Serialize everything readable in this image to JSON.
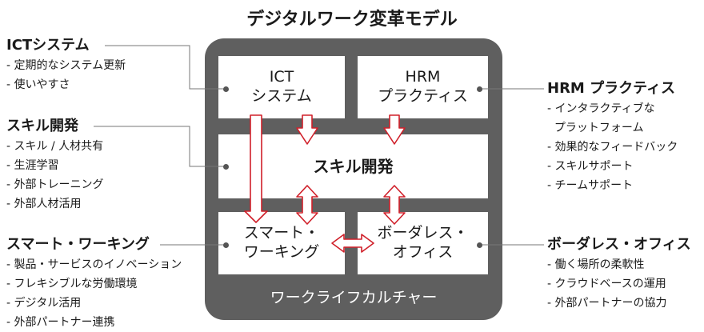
{
  "title": "デジタルワーク変革モデル",
  "boxes": {
    "ict": [
      "ICT",
      "システム"
    ],
    "hrm": [
      "HRM",
      "プラクティス"
    ],
    "skill": "スキル開発",
    "smart": [
      "スマート・",
      "ワーキング"
    ],
    "borderless": [
      "ボーダレス・",
      "オフィス"
    ]
  },
  "culture": "ワークライフカルチャー",
  "left": [
    {
      "head": "ICTシステム",
      "items": [
        "- 定期的なシステム更新",
        "- 使いやすさ"
      ]
    },
    {
      "head": "スキル開発",
      "items": [
        "- スキル / 人材共有",
        "- 生涯学習",
        "- 外部トレーニング",
        "- 外部人材活用"
      ]
    },
    {
      "head": "スマート・ワーキング",
      "items": [
        "- 製品・サービスのイノベーション",
        "- フレキシブルな労働環境",
        "- デジタル活用",
        "- 外部パートナー連携"
      ]
    }
  ],
  "right": [
    {
      "head": "HRM プラクティス",
      "items": [
        "- インタラクティブな",
        "  プラットフォーム",
        "- 効果的なフィードバック",
        "- スキルサポート",
        "- チームサポート"
      ]
    },
    {
      "head": "ボーダレス・オフィス",
      "items": [
        "- 働く場所の柔軟性",
        "- クラウドベースの運用",
        "- 外部パートナーの協力"
      ]
    }
  ],
  "colors": {
    "frame": "#5f5f5f",
    "arrow": "#d0202a",
    "text": "#1a1a1a"
  }
}
